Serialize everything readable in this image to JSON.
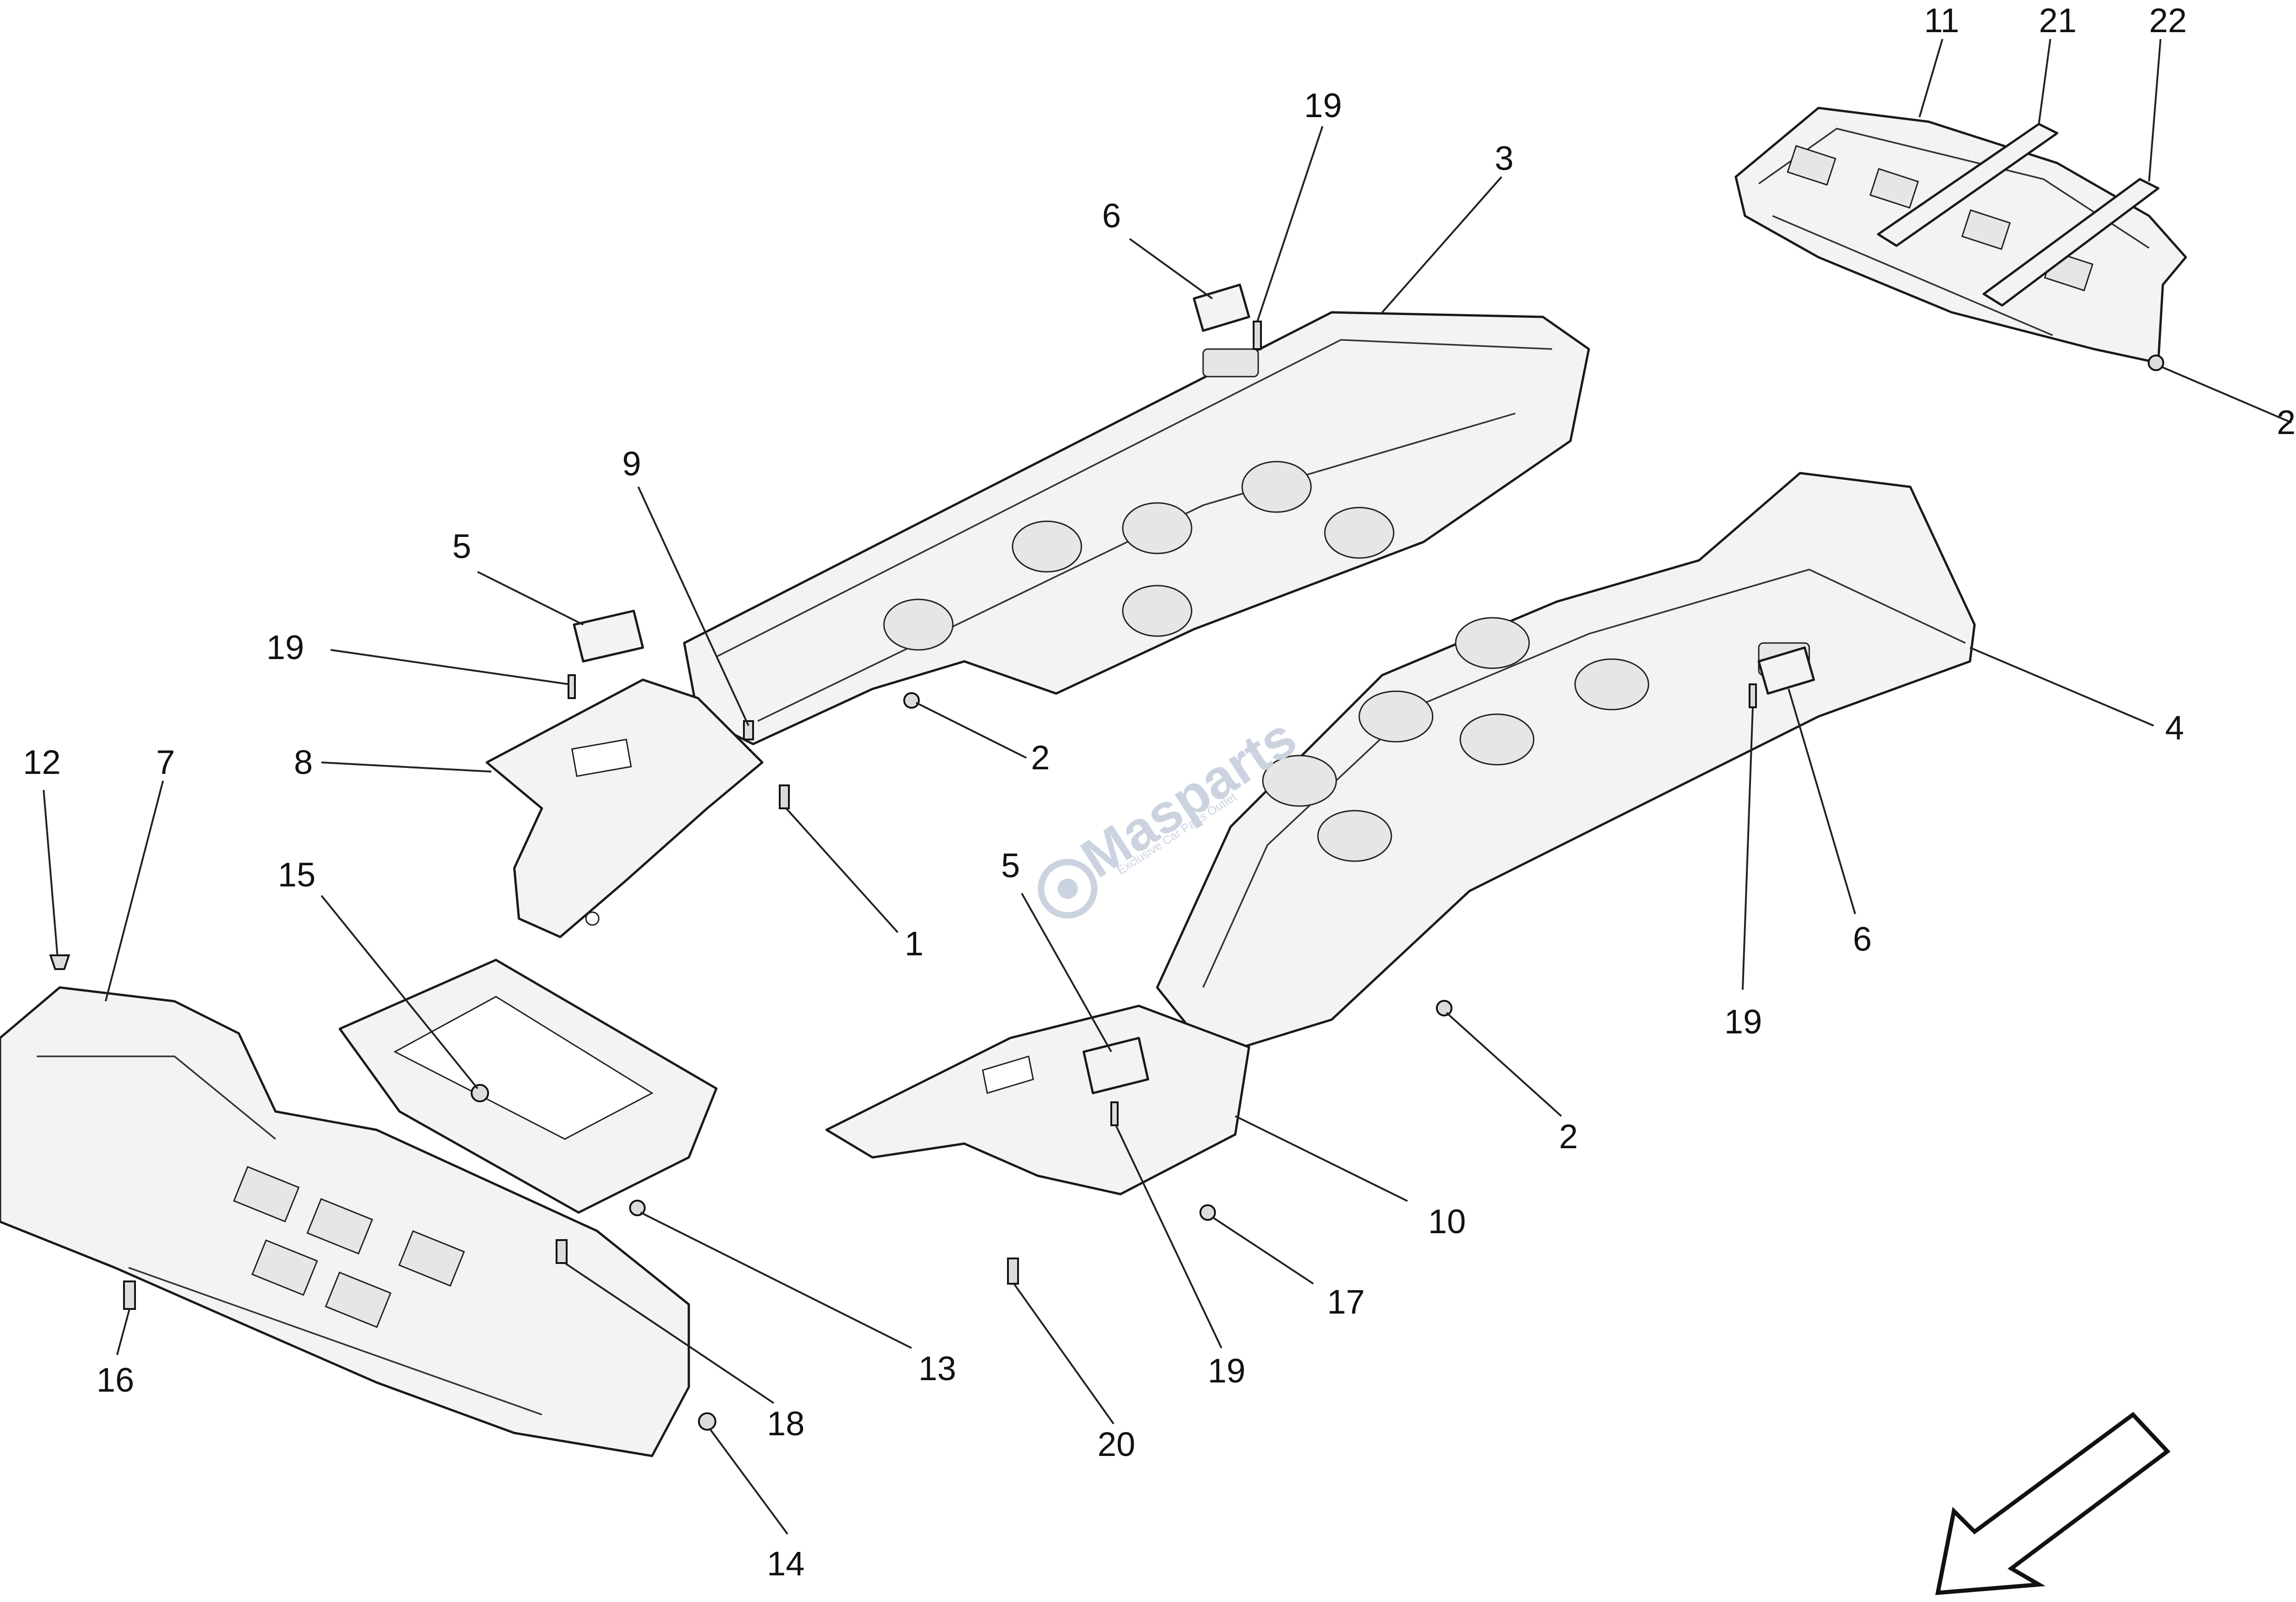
{
  "diagram": {
    "callouts": [
      {
        "id": "c11",
        "label": "11"
      },
      {
        "id": "c21",
        "label": "21"
      },
      {
        "id": "c22",
        "label": "22"
      },
      {
        "id": "c2a",
        "label": "2"
      },
      {
        "id": "c19a",
        "label": "19"
      },
      {
        "id": "c3",
        "label": "3"
      },
      {
        "id": "c6a",
        "label": "6"
      },
      {
        "id": "c9",
        "label": "9"
      },
      {
        "id": "c5a",
        "label": "5"
      },
      {
        "id": "c19b",
        "label": "19"
      },
      {
        "id": "c8",
        "label": "8"
      },
      {
        "id": "c2b",
        "label": "2"
      },
      {
        "id": "c1",
        "label": "1"
      },
      {
        "id": "c4",
        "label": "4"
      },
      {
        "id": "c6b",
        "label": "6"
      },
      {
        "id": "c19c",
        "label": "19"
      },
      {
        "id": "c12",
        "label": "12"
      },
      {
        "id": "c7",
        "label": "7"
      },
      {
        "id": "c15",
        "label": "15"
      },
      {
        "id": "c5b",
        "label": "5"
      },
      {
        "id": "c2c",
        "label": "2"
      },
      {
        "id": "c10",
        "label": "10"
      },
      {
        "id": "c17",
        "label": "17"
      },
      {
        "id": "c13",
        "label": "13"
      },
      {
        "id": "c16",
        "label": "16"
      },
      {
        "id": "c18",
        "label": "18"
      },
      {
        "id": "c19d",
        "label": "19"
      },
      {
        "id": "c20",
        "label": "20"
      },
      {
        "id": "c14",
        "label": "14"
      }
    ],
    "watermark": {
      "brand": "Masparts",
      "tagline": "Exclusive Car Parts Outlet"
    },
    "direction_arrow": "front-direction-arrow"
  }
}
